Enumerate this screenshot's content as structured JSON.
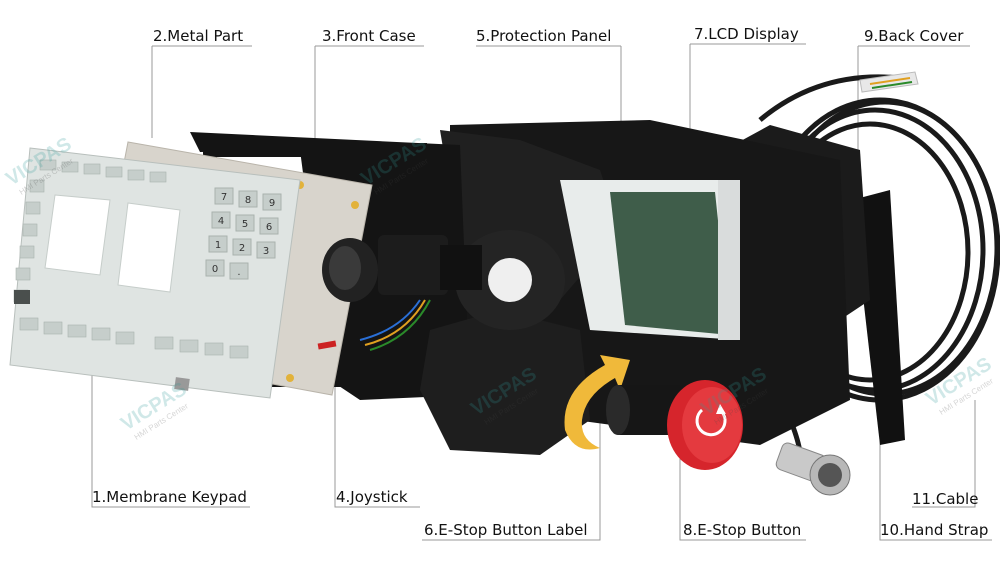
{
  "labels": {
    "metal_part": "2.Metal Part",
    "front_case": "3.Front Case",
    "protection_panel": "5.Protection Panel",
    "lcd_display": "7.LCD Display",
    "back_cover": "9.Back Cover",
    "membrane_keypad": "1.Membrane Keypad",
    "joystick": "4.Joystick",
    "estop_label": "6.E-Stop Button Label",
    "estop_button": "8.E-Stop Button",
    "cable": "11.Cable",
    "hand_strap": "10.Hand Strap"
  },
  "watermark": {
    "brand": "VICPAS",
    "sub": "HMI Parts Center"
  },
  "keypad_keys": [
    "7",
    "8",
    "9",
    "4",
    "5",
    "6",
    "1",
    "2",
    "3",
    "0",
    "."
  ],
  "colors": {
    "watermark": "#2f9b98",
    "keypad": "#dfe4e2",
    "metal": "#d8d4cc",
    "case": "#151515",
    "lcd": "#3f5d4a",
    "estop": "#d6252c",
    "arrow": "#f0b93a"
  }
}
